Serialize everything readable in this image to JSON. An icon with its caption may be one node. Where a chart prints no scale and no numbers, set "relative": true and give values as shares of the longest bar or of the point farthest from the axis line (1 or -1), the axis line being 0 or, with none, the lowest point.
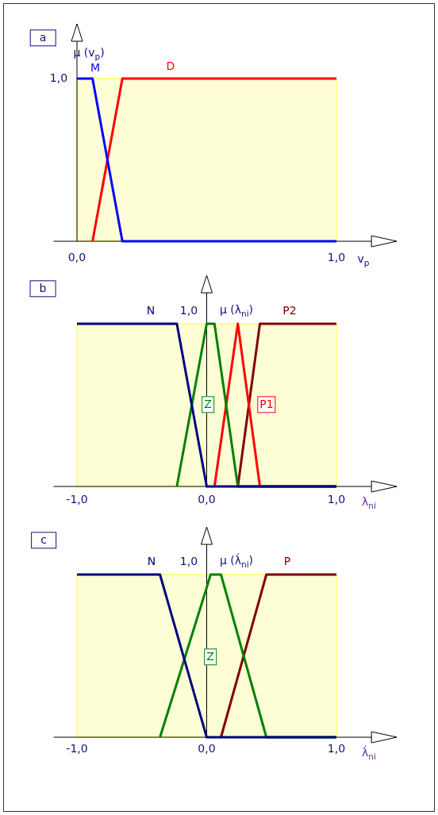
{
  "diagram": {
    "chart_data": [
      {
        "type": "line",
        "title": "a",
        "xlabel": "v$_{p}$",
        "ylabel": "μ (v$_{p}$)",
        "x": [
          0,
          0.06,
          0.175,
          1
        ],
        "xlim": [
          -0.09,
          1.135
        ],
        "relative": true,
        "xticks": [
          {
            "value": 0,
            "label": "0,0"
          },
          {
            "value": 1,
            "label": "1,0"
          }
        ],
        "annotations": [
          "1,0"
        ],
        "series": [
          {
            "name": "M",
            "color": "#0000ff",
            "values": [
              1,
              1,
              0,
              0
            ]
          },
          {
            "name": "D",
            "color": "#ff0000",
            "values": [
              null,
              0,
              1,
              1
            ]
          }
        ]
      },
      {
        "type": "line",
        "title": "b",
        "xlabel": "λ$_{ni}$",
        "ylabel": "μ (λ$_{ni}$)",
        "x": [
          -1,
          -0.23,
          0,
          0.06,
          0.24,
          0.41,
          1
        ],
        "xlim": [
          -1.18,
          1.27
        ],
        "relative": true,
        "xticks": [
          {
            "value": -1,
            "label": "-1,0"
          },
          {
            "value": 0,
            "label": "0,0"
          },
          {
            "value": 1,
            "label": "1,0"
          }
        ],
        "annotations": [
          "1,0"
        ],
        "series": [
          {
            "name": "N",
            "color": "#000080",
            "values": [
              1,
              1,
              0,
              0,
              0,
              0,
              0
            ]
          },
          {
            "name": "Z",
            "color": "#008000",
            "values": [
              null,
              0,
              1,
              1,
              0,
              0,
              0
            ]
          },
          {
            "name": "P1",
            "color": "#ff0000",
            "values": [
              null,
              null,
              null,
              0,
              1,
              0,
              0
            ]
          },
          {
            "name": "P2",
            "color": "#800000",
            "values": [
              null,
              null,
              null,
              null,
              0,
              1,
              1
            ]
          }
        ]
      },
      {
        "type": "line",
        "title": "c",
        "xlabel": "λ̇$_{ni}$",
        "ylabel": "μ (λ̇$_{ni}$)",
        "x": [
          -1,
          -0.36,
          0,
          0.03,
          0.11,
          0.46,
          1
        ],
        "xlim": [
          -1.18,
          1.27
        ],
        "relative": true,
        "xticks": [
          {
            "value": -1,
            "label": "-1,0"
          },
          {
            "value": 0,
            "label": "0,0"
          },
          {
            "value": 1,
            "label": "1,0"
          }
        ],
        "annotations": [
          "1,0"
        ],
        "series": [
          {
            "name": "N",
            "color": "#000080",
            "values": [
              1,
              1,
              0,
              0,
              0,
              0,
              0
            ]
          },
          {
            "name": "Z",
            "color": "#008000",
            "values": [
              null,
              0,
              0.92,
              1,
              1,
              0,
              0
            ]
          },
          {
            "name": "P",
            "color": "#800000",
            "values": [
              null,
              null,
              null,
              null,
              0,
              1,
              1
            ]
          }
        ]
      }
    ]
  }
}
